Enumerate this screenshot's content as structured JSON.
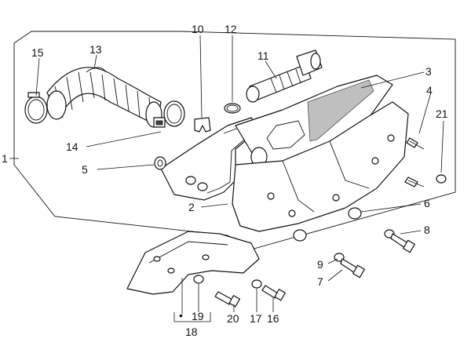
{
  "callouts": {
    "c1": "1",
    "c2": "2",
    "c3": "3",
    "c4": "4",
    "c5": "5",
    "c6": "6",
    "c7": "7",
    "c8": "8",
    "c9": "9",
    "c10": "10",
    "c11": "11",
    "c12": "12",
    "c13": "13",
    "c14": "14",
    "c15": "15",
    "c16": "16",
    "c17": "17",
    "c18": "18",
    "c19": "19",
    "c20": "20",
    "c21": "21"
  },
  "kit_marker_symbol": "•"
}
